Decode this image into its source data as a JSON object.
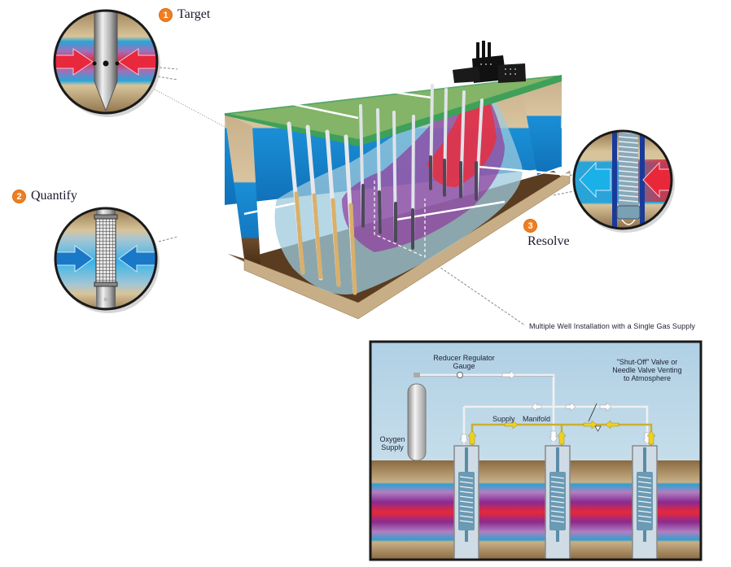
{
  "steps": [
    {
      "number": "1",
      "label": "Target"
    },
    {
      "number": "2",
      "label": "Quantify"
    },
    {
      "number": "3",
      "label": "Resolve"
    }
  ],
  "schematic": {
    "caption": "Multiple Well Installation with a Single Gas Supply",
    "labels": {
      "regulator": "Reducer Regulator Gauge",
      "regulator_line1": "Reducer Regulator",
      "regulator_line2": "Gauge",
      "shutoff_line1": "\"Shut-Off\" Valve or",
      "shutoff_line2": "Needle Valve Venting",
      "shutoff_line3": "to Atmosphere",
      "supply": "Supply",
      "manifold": "Manifold",
      "oxygen_line1": "Oxygen",
      "oxygen_line2": "Supply"
    },
    "well_count": 3
  },
  "colors": {
    "badge": "#f07f22",
    "ground": "#6b4a2a",
    "surface": "#8fb86a",
    "groundwater": "#1a8fd6",
    "plume_core": "#e8303f",
    "plume_mid": "#8e3a9c",
    "plume_outer": "#9ec9dc",
    "schematic_sky": "#c4dcec",
    "supply_line": "#c8b030"
  }
}
